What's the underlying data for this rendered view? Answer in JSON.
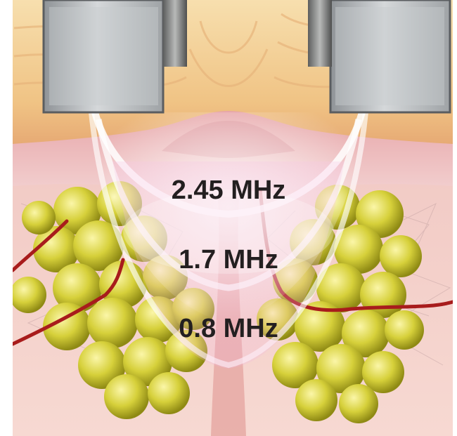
{
  "diagram": {
    "frequency_labels": [
      "2.45 MHz",
      "1.7 MHz",
      "0.8 MHz"
    ],
    "colors": {
      "skin_surface": "#f3c98a",
      "dermis": "#e9b0b8",
      "fat_cells": "#d8d23a",
      "blood_vessel": "#b01e1e",
      "electrode": "#b9bcbf",
      "rf_field": "#ffffff",
      "label_text": "#231f20"
    },
    "icons": [
      "electrode-left",
      "electrode-right",
      "fat-cell-cluster",
      "blood-vessel"
    ]
  }
}
